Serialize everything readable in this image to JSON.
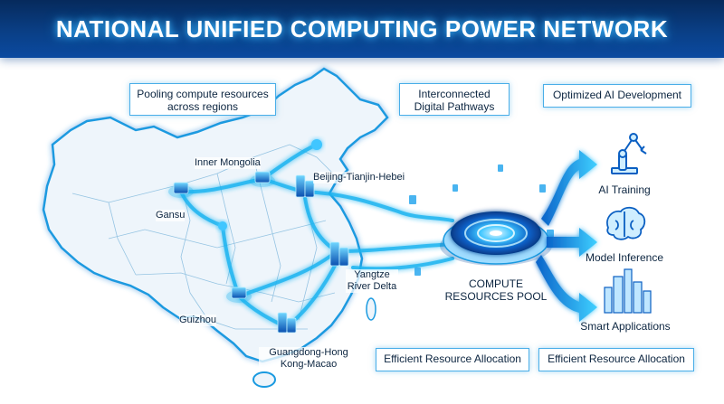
{
  "title": "NATIONAL UNIFIED COMPUTING POWER NETWORK",
  "callouts": {
    "pooling": "Pooling compute resources across regions",
    "pathways": "Interconnected Digital Pathways",
    "optimized": "Optimized AI Development",
    "efficient_left": "Efficient Resource Allocation",
    "efficient_right": "Efficient Resource Allocation"
  },
  "regions": {
    "inner_mongolia": "Inner Mongolia",
    "gansu": "Gansu",
    "beijing": "Beijing-Tianjin-Hebei",
    "yangtze": "Yangtze River Delta",
    "guizhou": "Guizhou",
    "guangdong": "Guangdong-Hong Kong-Macao"
  },
  "pool": "COMPUTE RESOURCES POOL",
  "outputs": {
    "training": "AI Training",
    "inference": "Model Inference",
    "smart_apps": "Smart Applications"
  },
  "icons": [
    "server-node-icon",
    "robot-arm-icon",
    "brain-icon",
    "city-skyline-icon",
    "compute-pool-icon",
    "arrow-icon"
  ],
  "colors": {
    "title_bg": "#0a3f86",
    "accent": "#1fb4f0",
    "glow": "#38b6ff",
    "map_fill": "#eef5fb",
    "map_border": "#1a9ae0"
  }
}
